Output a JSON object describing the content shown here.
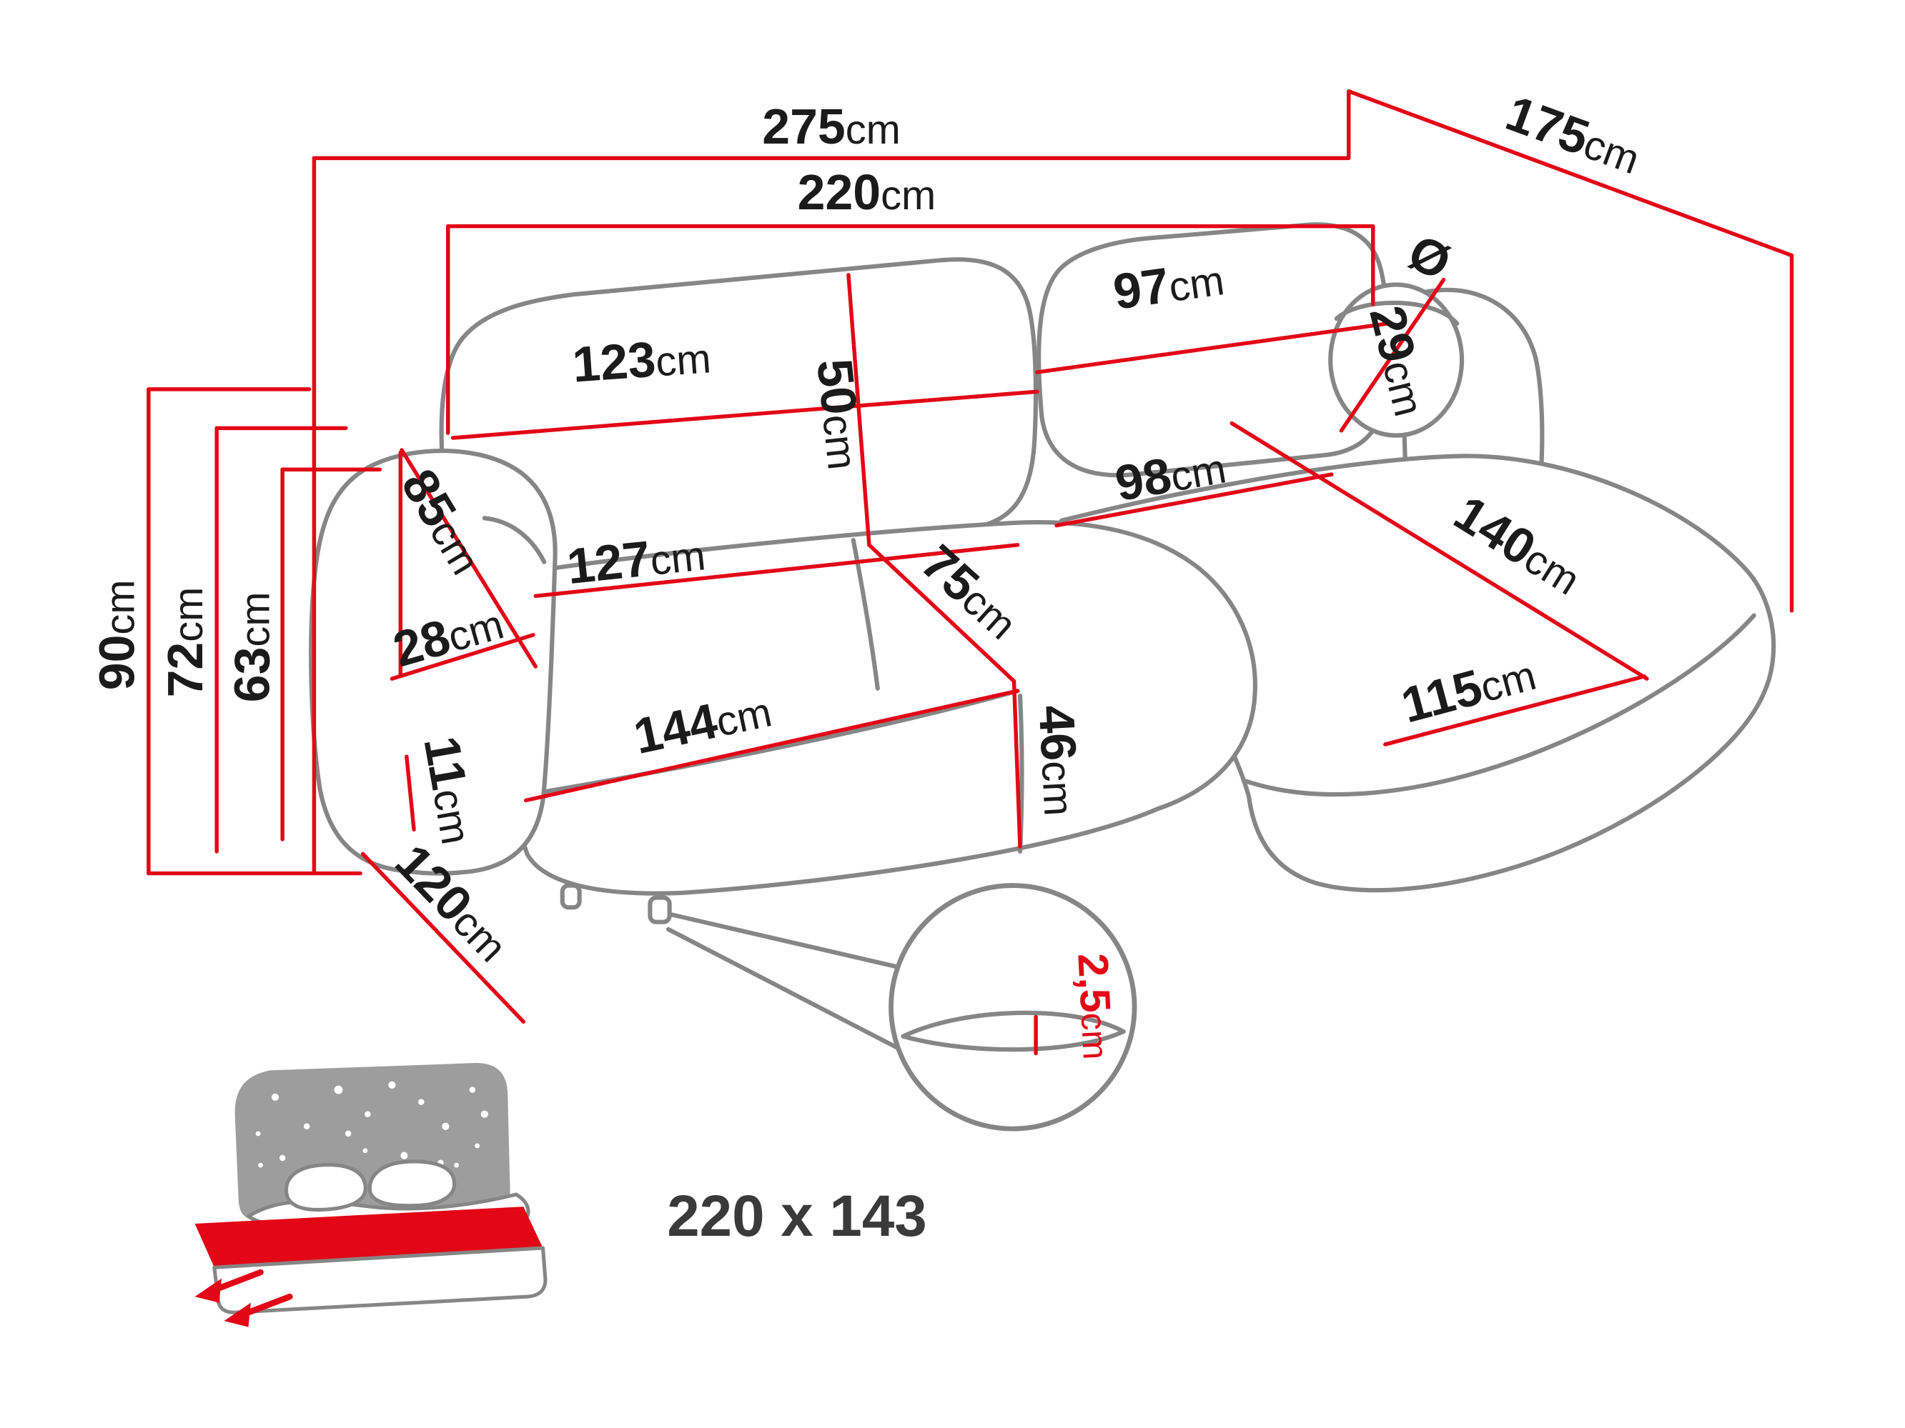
{
  "page": {
    "background": "#ffffff"
  },
  "colors": {
    "dimension_red": "#e30617",
    "outline_gray": "#868686",
    "text_black": "#1b1b1b",
    "bed_icon_gray": "#9d9d9d",
    "sleeping_text_gray": "#3a3a3a"
  },
  "dims": {
    "overall_width": {
      "value": "275",
      "unit": "cm"
    },
    "overall_depth": {
      "value": "175",
      "unit": "cm"
    },
    "bed_width": {
      "value": "220",
      "unit": "cm"
    },
    "backrest_left": {
      "value": "123",
      "unit": "cm"
    },
    "backrest_right": {
      "value": "97",
      "unit": "cm"
    },
    "backrest_height": {
      "value": "50",
      "unit": "cm"
    },
    "bolster_diameter": {
      "prefix": "Ø",
      "value": "29",
      "unit": "cm"
    },
    "armrest_height": {
      "value": "85",
      "unit": "cm"
    },
    "chaise_back_width": {
      "value": "98",
      "unit": "cm"
    },
    "chaise_length": {
      "value": "140",
      "unit": "cm"
    },
    "seat_width": {
      "value": "127",
      "unit": "cm"
    },
    "seat_depth": {
      "value": "75",
      "unit": "cm"
    },
    "armrest_width": {
      "value": "28",
      "unit": "cm"
    },
    "seat_front_width": {
      "value": "144",
      "unit": "cm"
    },
    "seat_height": {
      "value": "46",
      "unit": "cm"
    },
    "chaise_front_width": {
      "value": "115",
      "unit": "cm"
    },
    "leg_height": {
      "value": "11",
      "unit": "cm"
    },
    "pullout_depth": {
      "value": "120",
      "unit": "cm"
    },
    "height_overall": {
      "value": "90",
      "unit": "cm"
    },
    "height_mid": {
      "value": "72",
      "unit": "cm"
    },
    "height_low": {
      "value": "63",
      "unit": "cm"
    },
    "seam_detail": {
      "value": "2,5",
      "unit": "cm"
    }
  },
  "sleeping_area": {
    "text": "220 x 143"
  }
}
